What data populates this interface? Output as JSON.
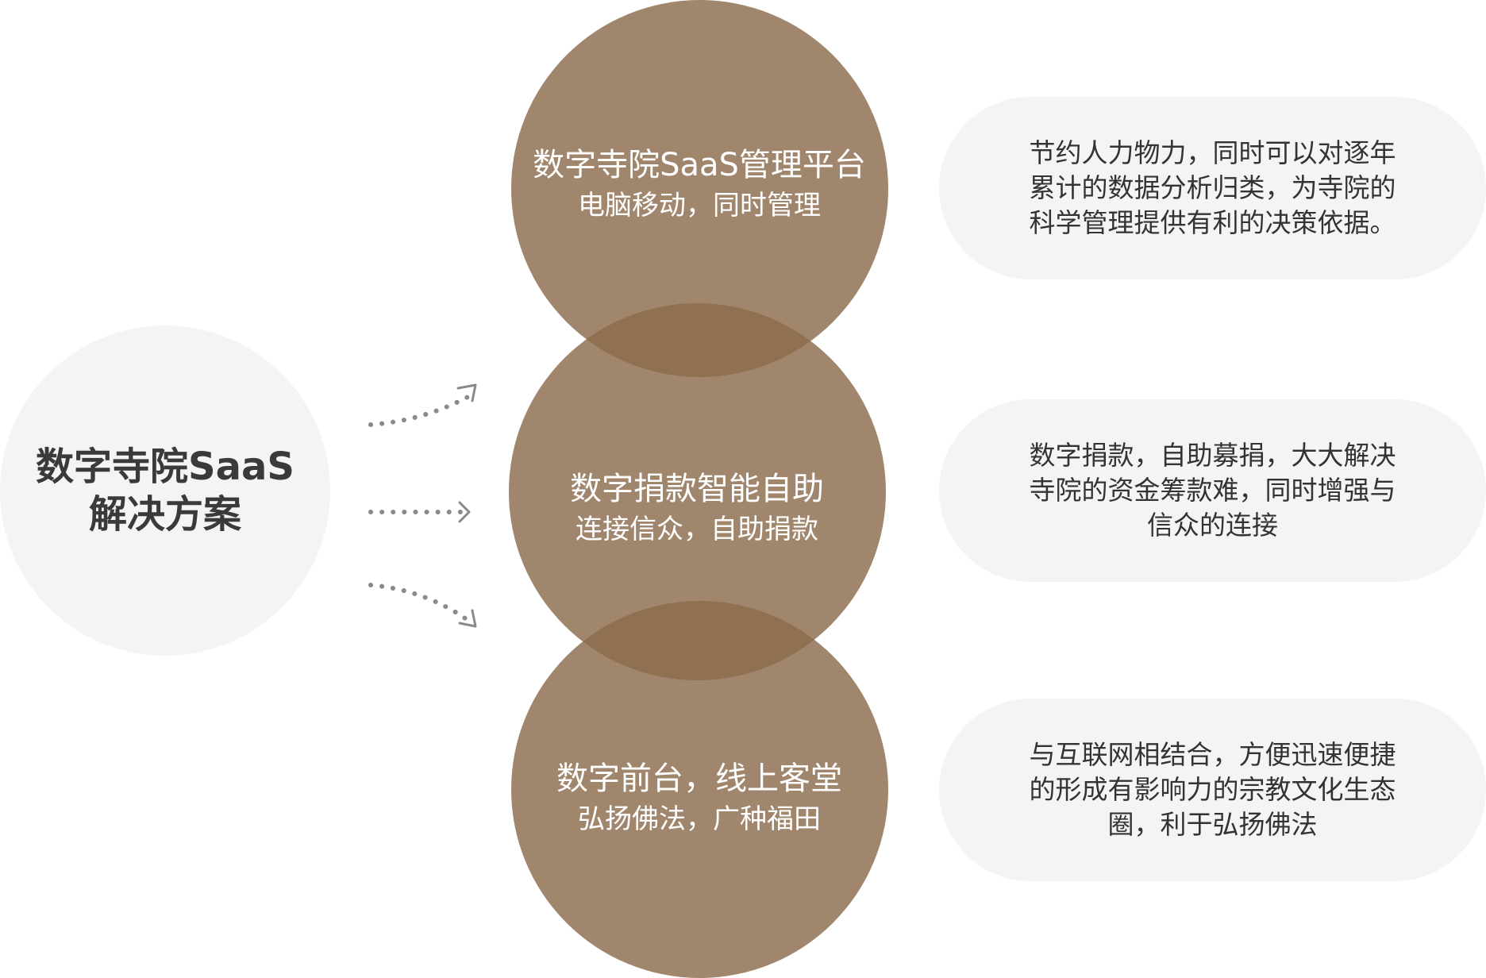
{
  "colors": {
    "node_fill": "#8b6b4c",
    "root_fill": "#f5f4f2",
    "desc_fill": "#f5f4f2",
    "arrow": "#8a8a8a"
  },
  "root": {
    "line1": "数字寺院SaaS",
    "line2": "解决方案"
  },
  "nodes": [
    {
      "title": "数字寺院SaaS管理平台",
      "subtitle": "电脑移动，同时管理",
      "description": "节约人力物力，同时可以对逐年累计的数据分析归类，为寺院的科学管理提供有利的决策依据。"
    },
    {
      "title": "数字捐款智能自助",
      "subtitle": "连接信众，自助捐款",
      "description": "数字捐款，自助募捐，大大解决寺院的资金筹款难，同时增强与信众的连接"
    },
    {
      "title": "数字前台，线上客堂",
      "subtitle": "弘扬佛法，广种福田",
      "description": "与互联网相结合，方便迅速便捷的形成有影响力的宗教文化生态圈，利于弘扬佛法"
    }
  ]
}
